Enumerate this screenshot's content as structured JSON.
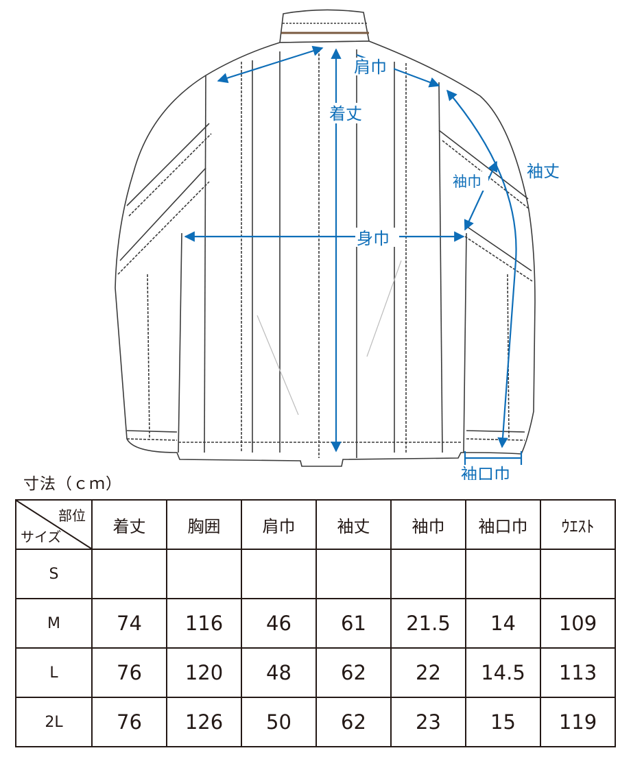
{
  "diagram": {
    "measurements": {
      "katahaba": "肩巾",
      "kitake": "着丈",
      "sodetake": "袖丈",
      "sodehaba": "袖巾",
      "mihaba": "身巾",
      "sodeguchihaba": "袖口巾"
    }
  },
  "unit_title": "寸法（ｃｍ）",
  "table": {
    "corner_top": "部位",
    "corner_bottom": "サイズ",
    "headers": [
      "着丈",
      "胸囲",
      "肩巾",
      "袖丈",
      "袖巾",
      "袖口巾",
      "ｳｴｽﾄ"
    ],
    "rows": [
      {
        "size": "S",
        "values": [
          "",
          "",
          "",
          "",
          "",
          "",
          ""
        ]
      },
      {
        "size": "M",
        "values": [
          "74",
          "116",
          "46",
          "61",
          "21.5",
          "14",
          "109"
        ]
      },
      {
        "size": "L",
        "values": [
          "76",
          "120",
          "48",
          "62",
          "22",
          "14.5",
          "113"
        ]
      },
      {
        "size": "2L",
        "values": [
          "76",
          "126",
          "50",
          "62",
          "23",
          "15",
          "119"
        ]
      }
    ]
  },
  "colors": {
    "measure_accent": "#0e6eb8",
    "line": "#231815"
  }
}
